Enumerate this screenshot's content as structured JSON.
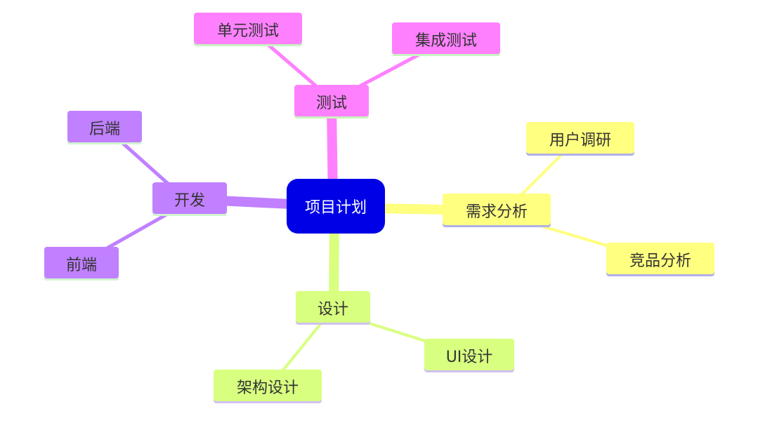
{
  "mindmap": {
    "root": {
      "text": "项目计划",
      "fill": "#0000e6"
    },
    "branches": {
      "testing": {
        "text": "测试",
        "fill": "#ff80ff",
        "line": "#ff80ff",
        "underline": "#c8f5c0",
        "children": {
          "unit": "单元测试",
          "integration": "集成测试"
        }
      },
      "requirements": {
        "text": "需求分析",
        "fill": "#ffff80",
        "line": "#ffff80",
        "underline": "#b0b0e8",
        "children": {
          "user_research": "用户调研",
          "competitor": "竞品分析"
        }
      },
      "design": {
        "text": "设计",
        "fill": "#d8ff80",
        "line": "#d8ff80",
        "underline": "#d0c0f0",
        "children": {
          "ui": "UI设计",
          "architecture": "架构设计"
        }
      },
      "development": {
        "text": "开发",
        "fill": "#c080ff",
        "line": "#c080ff",
        "underline": "#d0f5d0",
        "children": {
          "backend": "后端",
          "frontend": "前端"
        }
      }
    }
  }
}
